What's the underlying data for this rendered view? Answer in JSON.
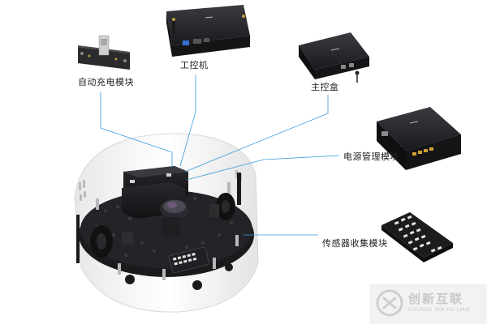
{
  "labels": {
    "auto_charge": "自动充电模块",
    "ipc": "工控机",
    "main_box": "主控盒",
    "power": "电源管理模块",
    "sensor": "传感器收集模块"
  },
  "watermark": {
    "cn": "创新互联",
    "en": "CHUANG XIN HU LIAN"
  },
  "colors": {
    "leader_line": "#3a9ad9",
    "device_dark": "#1e1e22",
    "robot_shell": "#f2f2f2"
  }
}
